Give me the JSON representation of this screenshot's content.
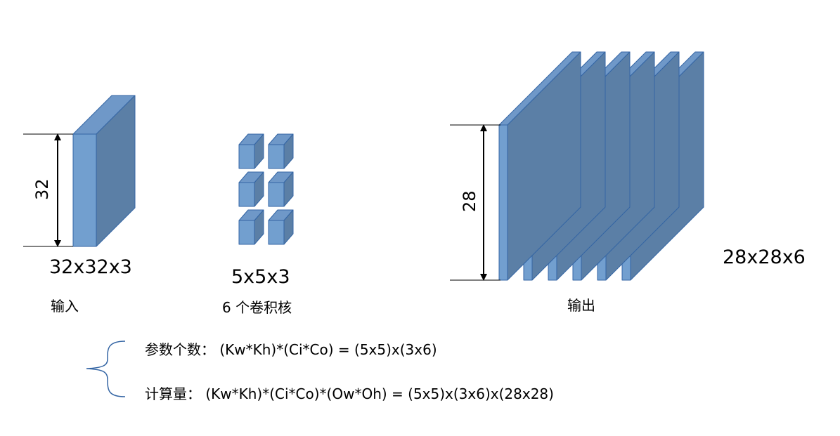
{
  "colors": {
    "front": "#729FCF",
    "side": "#5B7FA6",
    "top": "#6F98C8",
    "edge": "#3465A4",
    "brace": "#3465A4",
    "arrow": "#000000"
  },
  "input": {
    "height_label": "32",
    "dims": "32x32x3",
    "caption": "输入"
  },
  "kernels": {
    "count": 6,
    "dims": "5x5x3",
    "caption": "6 个卷积核"
  },
  "output": {
    "slices": 6,
    "height_label": "28",
    "dims": "28x28x6",
    "caption": "输出"
  },
  "formulas": {
    "params": "参数个数： (Kw*Kh)*(Ci*Co) = (5x5)x(3x6)",
    "compute": "计算量： (Kw*Kh)*(Ci*Co)*(Ow*Oh) = (5x5)x(3x6)x(28x28)"
  }
}
